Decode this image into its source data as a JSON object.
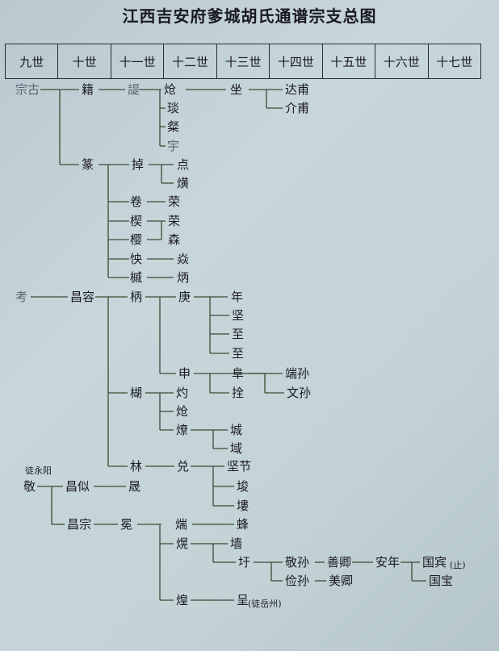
{
  "title": "江西吉安府爹城胡氏通谱宗支总图",
  "generations": [
    "九世",
    "十世",
    "十一世",
    "十二世",
    "十三世",
    "十四世",
    "十五世",
    "十六世",
    "十七世"
  ],
  "nodes": {
    "zonggu": "宗古",
    "ji": "籍",
    "shi": "諟",
    "cang1": "炝",
    "zuo": "坐",
    "dafu": "达甫",
    "jiefu": "介甫",
    "tan": "琰",
    "mei": "粲",
    "yu": "宇",
    "zhu": "篆",
    "zhuo": "掉",
    "dian": "点",
    "huang": "熿",
    "juan": "卷",
    "rong": "荣",
    "gua": "楔",
    "rong2": "荣",
    "ying": "樱",
    "sen": "森",
    "yi": "怏",
    "chi": "焱",
    "qiao": "槭",
    "bing": "炳",
    "kao": "考",
    "changrong": "昌容",
    "bing2": "柄",
    "geng": "庚",
    "nian": "年",
    "jian": "坚",
    "zhi": "至",
    "zhi2": "至",
    "shen": "申",
    "zhuo2": "阜",
    "duansun": "端孙",
    "gong": "拴",
    "wensun": "文孙",
    "yu2": "楜",
    "shao": "灼",
    "cang2": "炝",
    "lao": "燎",
    "cheng": "城",
    "yu3": "域",
    "lin": "林",
    "yun": "兑",
    "jianjie": "坚节",
    "sou": "埈",
    "sou2": "塿",
    "mu": "敬",
    "xiyongyang": "徒永阳",
    "changsi": "昌似",
    "sheng": "晟",
    "changzong": "昌宗",
    "mi": "冕",
    "duan": "煓",
    "zuo2": "蜂",
    "huang2": "熀",
    "qiang": "墙",
    "ding": "圩",
    "jingsun": "敬孙",
    "shanqing": "善卿",
    "annian": "安年",
    "guobin": "国宾",
    "guobin_note": "(止)",
    "guobao": "国宝",
    "jiansun": "俭孙",
    "meiqing": "美卿",
    "huang3": "煌",
    "gu": "呈",
    "gu_note": "(徒岳州)"
  }
}
